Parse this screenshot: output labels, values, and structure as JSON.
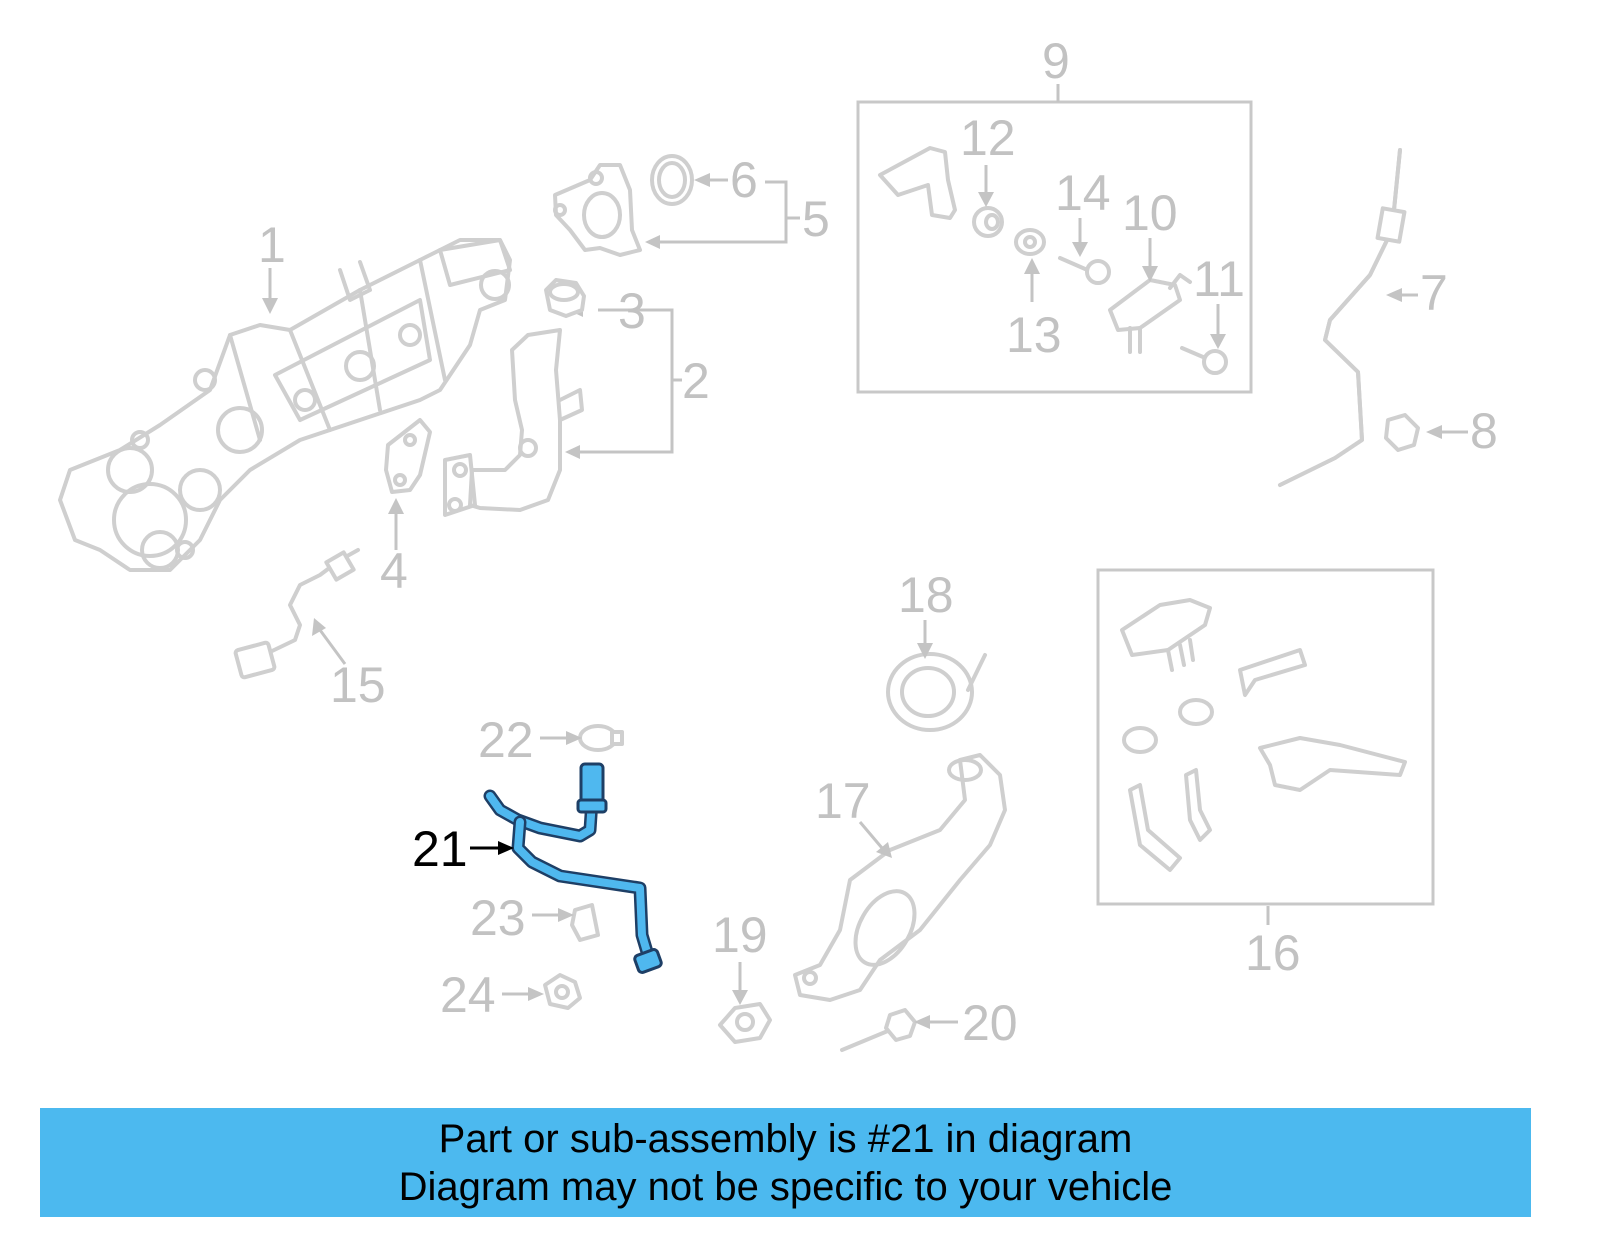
{
  "colors": {
    "highlight_part": "#4fb8ef",
    "highlight_outline": "#1e3f66",
    "ghost_parts": "#cfcfcf",
    "caption_background": "#4cb9ef",
    "caption_text": "#000000"
  },
  "highlighted_callout": "21",
  "callouts": [
    "1",
    "2",
    "3",
    "4",
    "5",
    "6",
    "7",
    "8",
    "9",
    "10",
    "11",
    "12",
    "13",
    "14",
    "15",
    "16",
    "17",
    "18",
    "19",
    "20",
    "21",
    "22",
    "23",
    "24"
  ],
  "caption": {
    "line1": "Part or sub-assembly is #21 in diagram",
    "line2": "Diagram may not be specific to your vehicle"
  }
}
